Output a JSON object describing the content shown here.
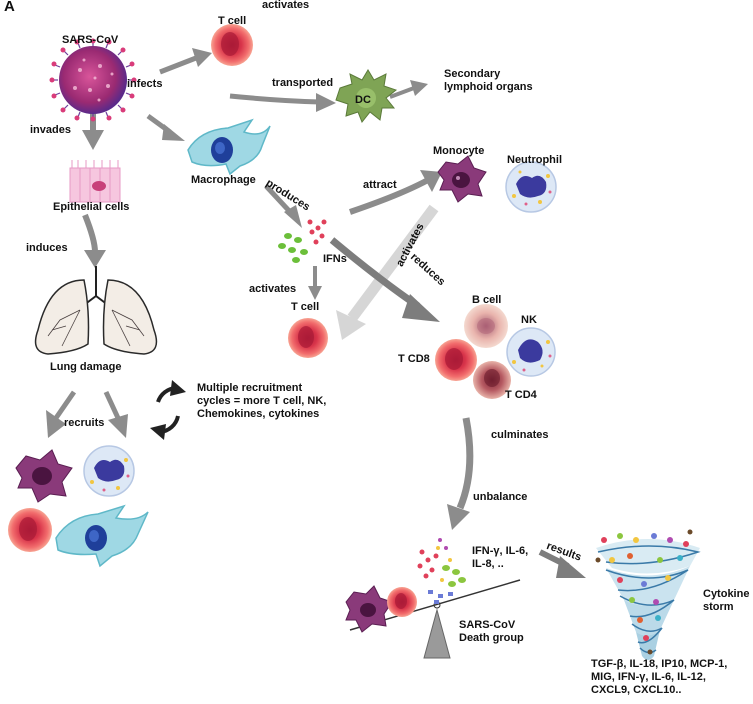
{
  "panel_label": "A",
  "labels": {
    "sars_cov": "SARS-CoV",
    "activates_top": "activates",
    "t_cell_top": "T cell",
    "infects": "infects",
    "transported": "transported",
    "dc": "DC",
    "secondary_line1": "Secondary",
    "secondary_line2": "lymphoid organs",
    "invades": "invades",
    "epithelial": "Epithelial cells",
    "macrophage": "Macrophage",
    "produces": "produces",
    "attract": "attract",
    "monocyte": "Monocyte",
    "neutrophil": "Neutrophil",
    "activates_diag": "activates",
    "reduces": "reduces",
    "induces": "induces",
    "ifns": "IFNs",
    "activates_mid": "activates",
    "t_cell_mid": "T cell",
    "b_cell": "B cell",
    "nk": "NK",
    "t_cd8": "T CD8",
    "t_cd4": "T CD4",
    "lung_damage": "Lung damage",
    "multi_line1": "Multiple recruitment",
    "multi_line2": "cycles = more T cell, NK,",
    "multi_line3": "Chemokines, cytokines",
    "recruits": "recruits",
    "culminates": "culminates",
    "unbalance": "unbalance",
    "ifn_line1": "IFN-γ, IL-6,",
    "ifn_line2": "IL-8, ..",
    "results": "results",
    "cytokine_line1": "Cytokine",
    "cytokine_line2": "storm",
    "death_line1": "SARS-CoV",
    "death_line2": "Death group",
    "tgf_line1": "TGF-β, IL-18, IP10, MCP-1,",
    "tgf_line2": "MIG, IFN-γ, IL-6, IL-12,",
    "tgf_line3": "CXCL9, CXCL10.."
  },
  "colors": {
    "arrow": "#8c8c8c",
    "virus": "#b0307a",
    "t_cell": "#e0505a",
    "dc": "#7fa455",
    "macrophage": "#5fb8c8",
    "monocyte": "#7a2f6e",
    "epithelial": "#f2b3d4"
  }
}
